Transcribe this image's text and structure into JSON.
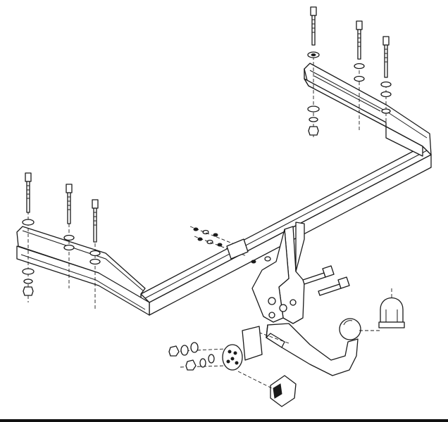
{
  "diagram": {
    "subject": "tow-bar-assembly",
    "parts": [
      "crossbeam",
      "left-mounting-bracket",
      "right-mounting-bracket",
      "mounting-bolts",
      "washers",
      "nuts",
      "tow-ball-neck",
      "electrical-socket-plate",
      "socket-cover-cap",
      "connector-plug"
    ]
  },
  "colors": {
    "line": "#1a1a1a",
    "background": "#ffffff",
    "bottom_rule": "#111111"
  }
}
